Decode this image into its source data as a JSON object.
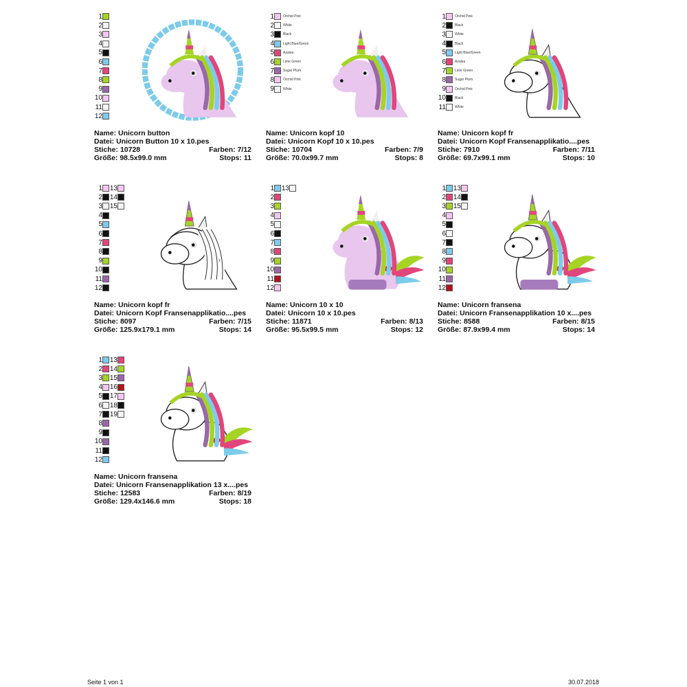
{
  "palette": {
    "lime": "#a6d424",
    "white": "#f4f4f4",
    "pink": "#f6c6f0",
    "black": "#111111",
    "blue": "#7dcbea",
    "azalea": "#e2457c",
    "plum": "#9a68a8",
    "red": "#b3121c"
  },
  "labels": {
    "name": "Name:",
    "file": "Datei:",
    "stitches": "Stiche:",
    "colors": "Farben:",
    "size": "Größe:",
    "stops": "Stops:"
  },
  "designs": [
    {
      "name": "Unicorn  button",
      "file": "Unicorn  Button 10 x 10.pes",
      "stitches": "10728",
      "colors": "7/12",
      "size": "98.5x99.0 mm",
      "stops": "11",
      "style": {
        "head": "#e8c6ee",
        "outline": false,
        "body": false,
        "button": true
      },
      "swatches": [
        "lime",
        "white",
        "pink",
        "white",
        "black",
        "blue",
        "azalea",
        "lime",
        "plum",
        "pink",
        "white",
        "blue"
      ]
    },
    {
      "name": "Unicorn  kopf 10",
      "file": "Unicorn  Kopf 10 x 10.pes",
      "stitches": "10704",
      "colors": "7/9",
      "size": "70.0x99.7 mm",
      "stops": "8",
      "style": {
        "head": "#e8c6ee",
        "outline": false,
        "body": false,
        "button": false
      },
      "swatches": [
        "pink",
        "white",
        "black",
        "blue",
        "azalea",
        "lime",
        "plum",
        "pink",
        "white"
      ],
      "swatch_names": [
        "Orchid Pink",
        "White",
        "Black",
        "Light Blue/Green",
        "Azalea",
        "Lime Green",
        "Sugar Plum",
        "Orchid Pink",
        "White"
      ]
    },
    {
      "name": "Unicorn  kopf fr",
      "file": "Unicorn  Kopf Fransenapplikatio....pes",
      "stitches": "7910",
      "colors": "7/11",
      "size": "69.7x99.1 mm",
      "stops": "10",
      "style": {
        "head": "#ffffff",
        "outline": true,
        "body": false,
        "button": false
      },
      "swatches": [
        "pink",
        "black",
        "white",
        "black",
        "blue",
        "azalea",
        "lime",
        "plum",
        "pink",
        "black",
        "white"
      ],
      "swatch_names": [
        "Orchid Pink",
        "Black",
        "White",
        "Black",
        "Light Blue/Green",
        "Azalea",
        "Lime Green",
        "Sugar Plum",
        "Orchid Pink",
        "Black",
        "White"
      ]
    },
    {
      "name": "Unicorn  kopf fr",
      "file": "Unicorn  Kopf Fransenapplikatio....pes",
      "stitches": "8097",
      "colors": "7/15",
      "size": "125.9x179.1 mm",
      "stops": "14",
      "style": {
        "head": "#ffffff",
        "outline": true,
        "body": false,
        "button": false,
        "plain_mane": true
      },
      "swatches": [
        "pink",
        "black",
        "white",
        "black",
        "blue",
        "black",
        "azalea",
        "black",
        "lime",
        "black",
        "plum",
        "black",
        "pink",
        "black",
        "white"
      ]
    },
    {
      "name": "Unicorn 10 x 10",
      "file": "Unicorn 10 x 10.pes",
      "stitches": "11871",
      "colors": "8/13",
      "size": "95.5x99.5 mm",
      "stops": "12",
      "style": {
        "head": "#e8c6ee",
        "outline": false,
        "body": true,
        "button": false
      },
      "swatches": [
        "blue",
        "azalea",
        "lime",
        "pink",
        "white",
        "black",
        "blue",
        "azalea",
        "lime",
        "plum",
        "red",
        "pink",
        "white"
      ]
    },
    {
      "name": "Unicorn fransena",
      "file": "Unicorn Fransenapplikation 10 x....pes",
      "stitches": "8588",
      "colors": "8/15",
      "size": "87.9x99.4 mm",
      "stops": "14",
      "style": {
        "head": "#ffffff",
        "outline": true,
        "body": true,
        "button": false,
        "feet": true
      },
      "swatches": [
        "blue",
        "azalea",
        "lime",
        "pink",
        "black",
        "white",
        "black",
        "blue",
        "azalea",
        "lime",
        "plum",
        "red",
        "pink",
        "black",
        "white"
      ]
    },
    {
      "name": "Unicorn fransena",
      "file": "Unicorn Fransenapplikation 13 x....pes",
      "stitches": "12583",
      "colors": "8/19",
      "size": "129.4x146.6 mm",
      "stops": "18",
      "style": {
        "head": "#ffffff",
        "outline": true,
        "body": true,
        "button": false
      },
      "swatches": [
        "blue",
        "azalea",
        "lime",
        "pink",
        "black",
        "white",
        "black",
        "plum",
        "black",
        "plum",
        "black",
        "blue",
        "azalea",
        "lime",
        "plum",
        "red",
        "pink",
        "black",
        "white"
      ]
    }
  ],
  "footer": {
    "page": "Seite 1 von 1",
    "date": "30.07.2018"
  }
}
